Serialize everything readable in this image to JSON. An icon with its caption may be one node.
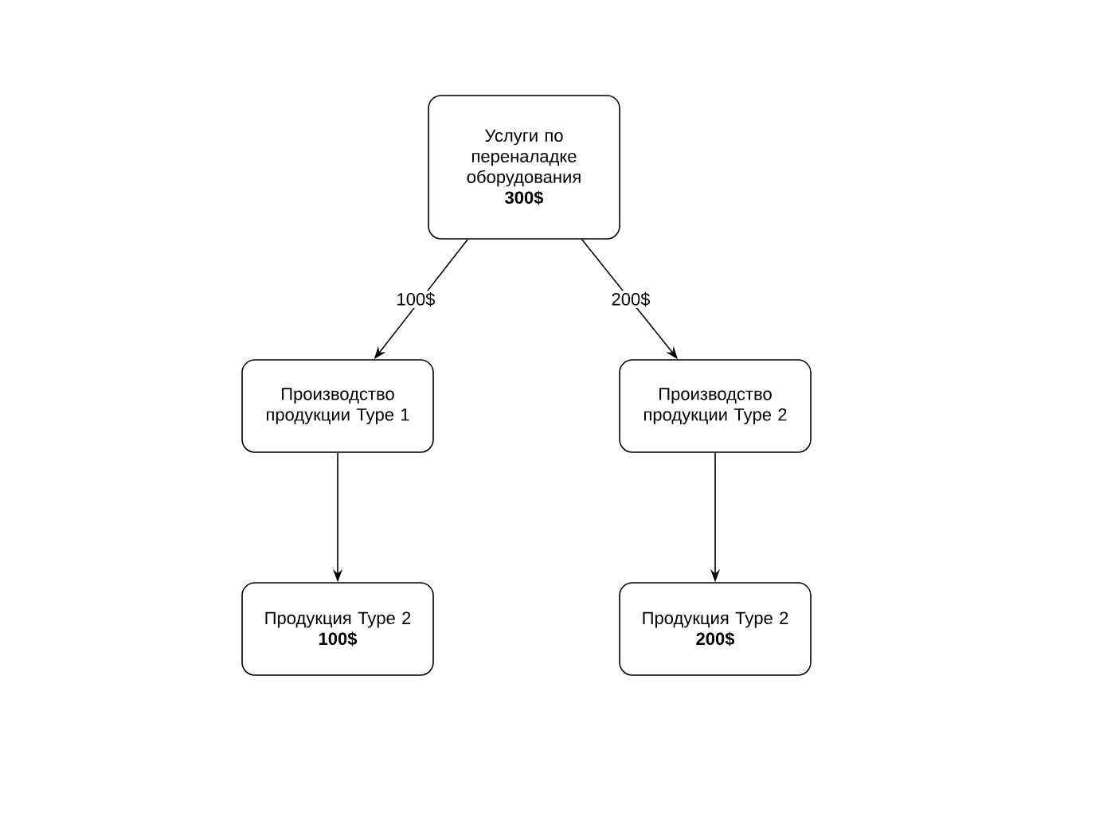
{
  "diagram": {
    "nodes": [
      {
        "text": [
          "Услуги по переналадке оборудования",
          "300$"
        ]
      },
      {
        "text": [
          "Производство продукции Type 1"
        ]
      },
      {
        "text": [
          "Производство продукции Type 2"
        ]
      },
      {
        "text": [
          "Продукция Type 2",
          "100$"
        ]
      },
      {
        "text": [
          "Продукция Type 2",
          "200$"
        ]
      }
    ],
    "edges": [
      {
        "from": 0,
        "to": 1,
        "arrow": "to",
        "label": "100$"
      },
      {
        "from": 0,
        "to": 2,
        "arrow": "to",
        "label": "200$"
      },
      {
        "from": 1,
        "to": 3,
        "arrow": "to"
      },
      {
        "from": 2,
        "to": 4,
        "arrow": "to"
      }
    ]
  }
}
